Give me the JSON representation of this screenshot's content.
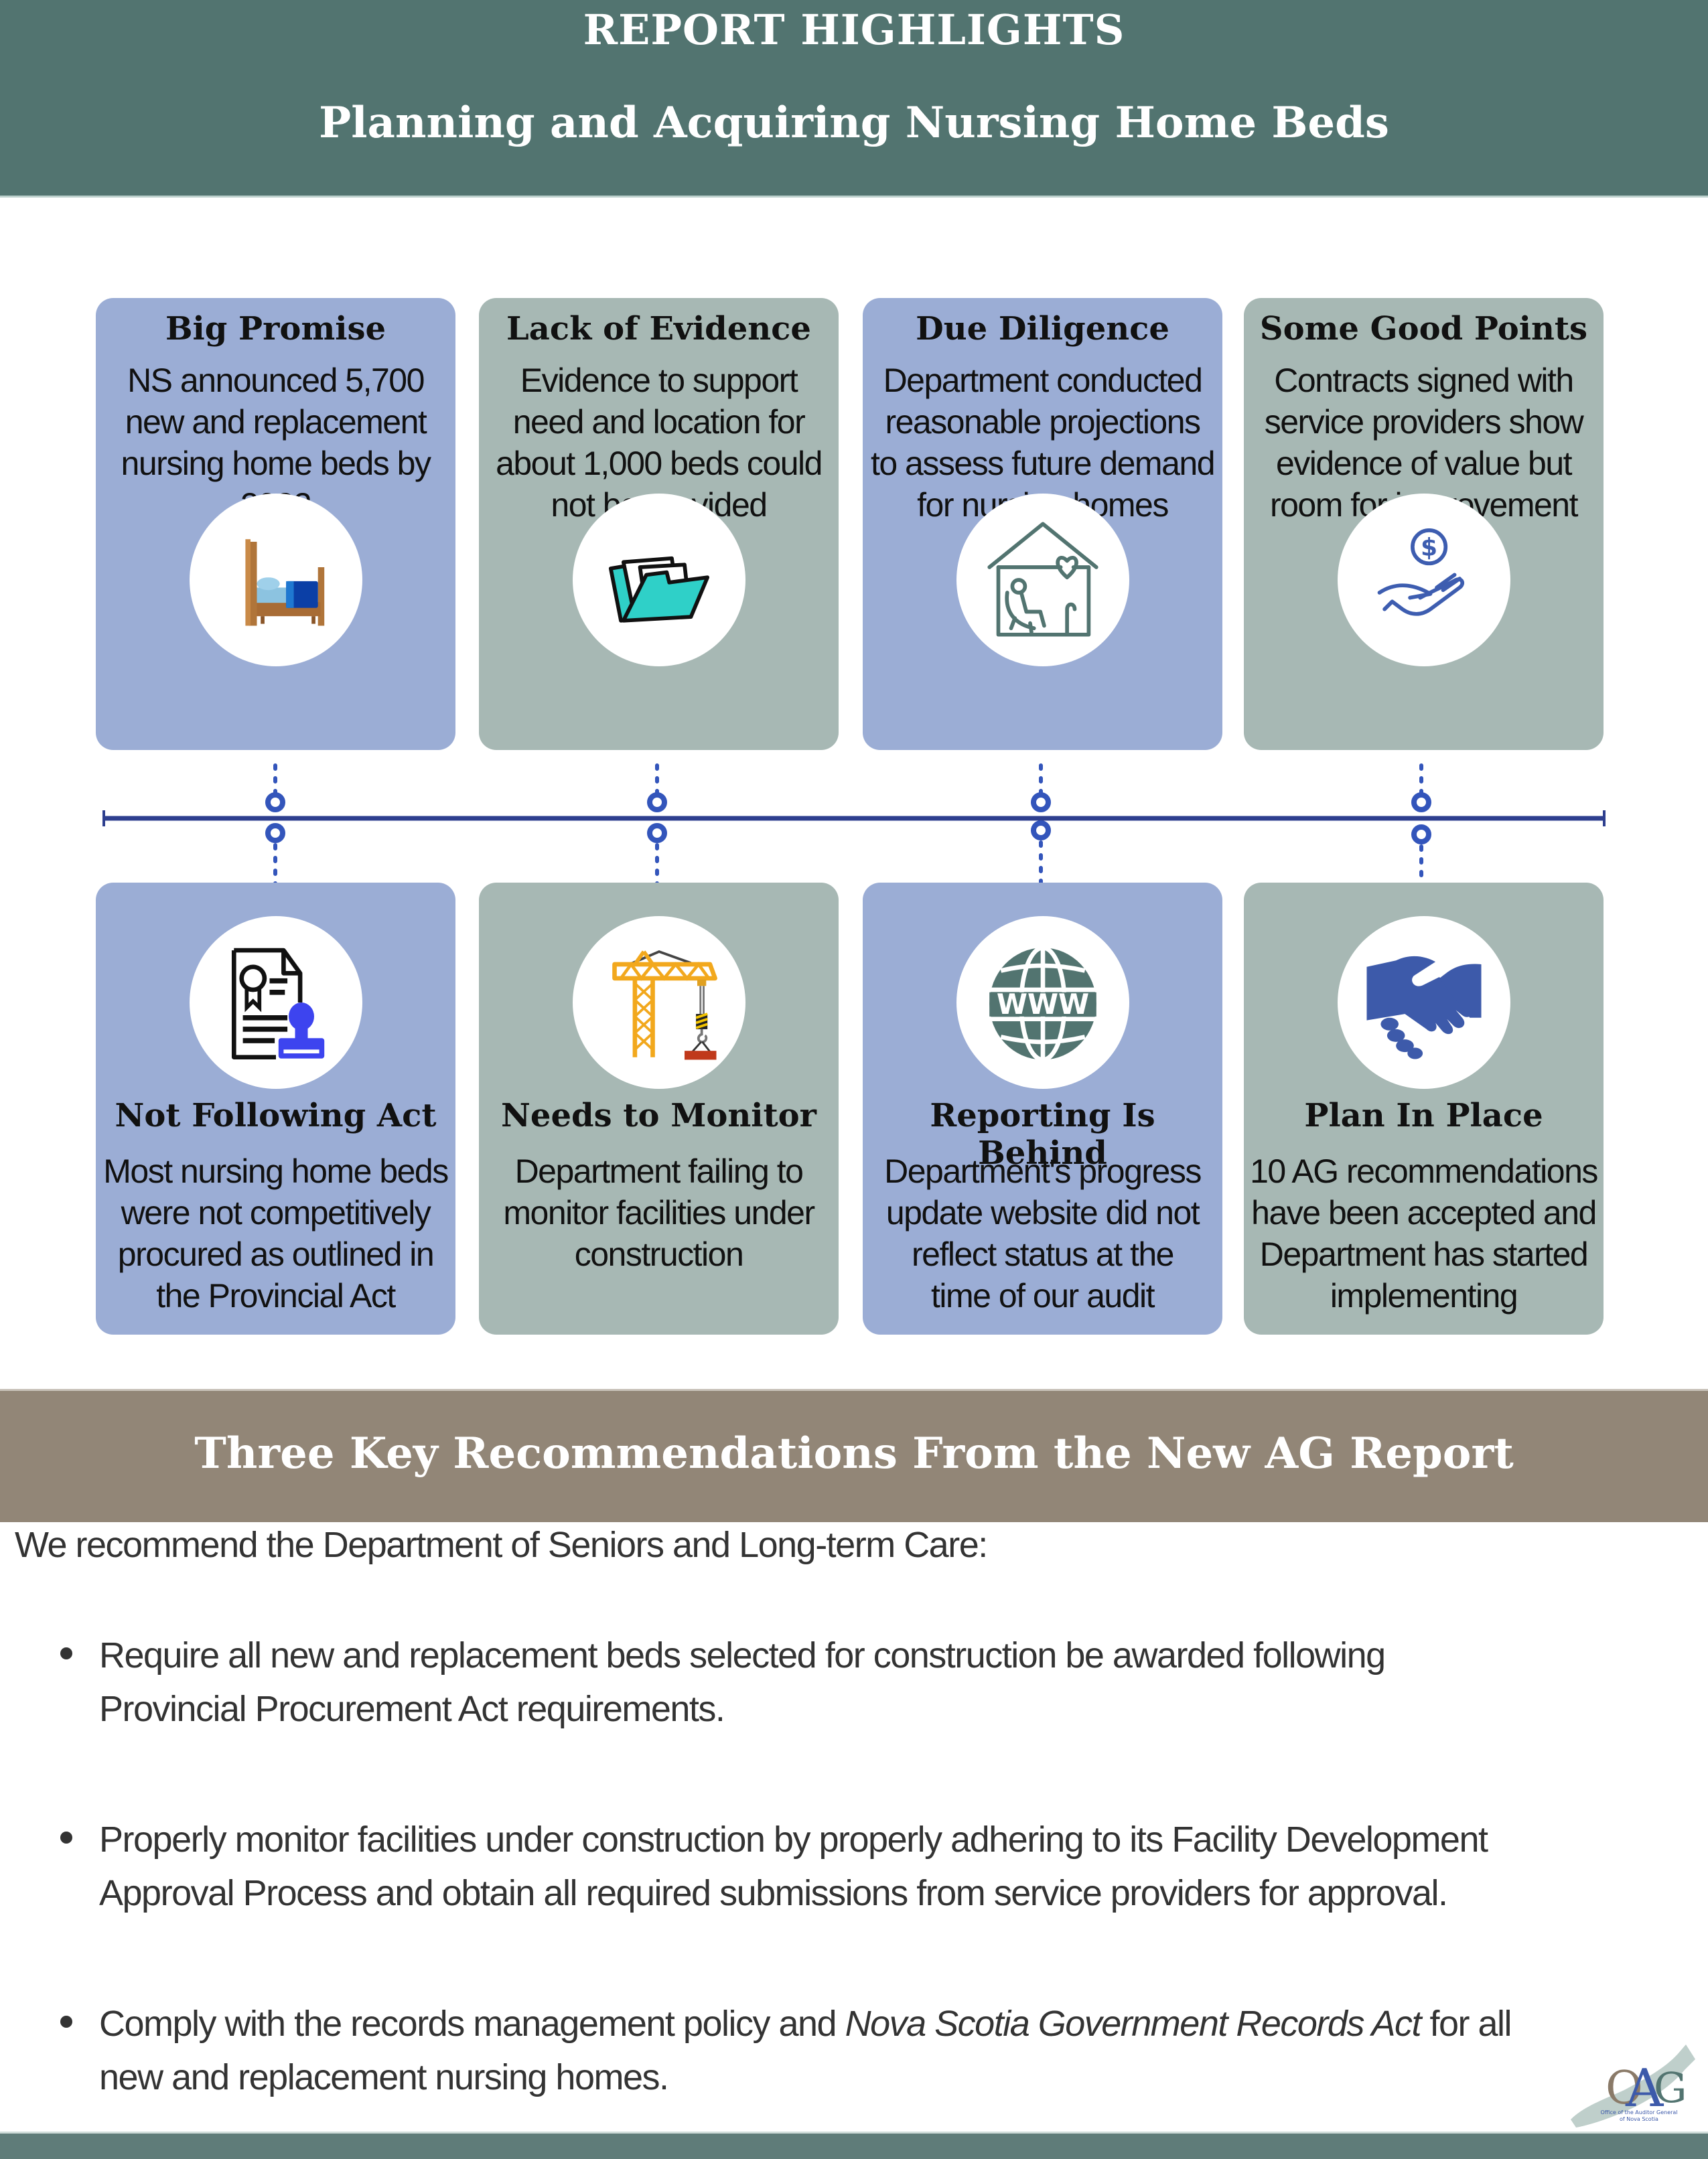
{
  "header": {
    "title": "REPORT HIGHLIGHTS",
    "subtitle": "Planning and Acquiring Nursing Home Beds"
  },
  "colors": {
    "header_bg": "#527470",
    "card_blue": "#9badd5",
    "card_gray": "#a7b8b4",
    "timeline": "#2e3f8f",
    "connector": "#3355bb",
    "band_bg": "#928677",
    "footer_bg": "#5f7c79"
  },
  "top_cards": [
    {
      "title": "Big Promise",
      "icon": "bed-icon",
      "lines": [
        "NS announced 5,700",
        "new and replacement",
        "nursing home beds by",
        "2032"
      ]
    },
    {
      "title": "Lack of Evidence",
      "icon": "open-folder-icon",
      "lines": [
        "Evidence to support",
        "need and location for",
        "about 1,000 beds could",
        "not be provided"
      ]
    },
    {
      "title": "Due Diligence",
      "icon": "nursing-home-icon",
      "lines": [
        "Department conducted",
        "reasonable projections",
        "to assess future demand",
        "for nursing homes"
      ]
    },
    {
      "title": "Some Good Points",
      "icon": "hand-dollar-icon",
      "lines": [
        "Contracts signed with",
        "service providers show",
        "evidence of value but",
        "room for improvement"
      ]
    }
  ],
  "bottom_cards": [
    {
      "title": "Not Following Act",
      "icon": "certificate-stamp-icon",
      "lines": [
        "Most nursing home beds",
        "were not competitively",
        "procured as outlined in",
        "the Provincial Act"
      ]
    },
    {
      "title": "Needs to Monitor",
      "icon": "construction-crane-icon",
      "lines": [
        "Department failing to",
        "monitor facilities under",
        "construction"
      ]
    },
    {
      "title": "Reporting Is Behind",
      "icon": "www-globe-icon",
      "lines": [
        "Department's progress",
        "update website did not",
        "reflect status at the",
        "time of our audit"
      ]
    },
    {
      "title": "Plan In Place",
      "icon": "handshake-icon",
      "lines": [
        "10 AG recommendations",
        "have been accepted and",
        "Department has started",
        "implementing"
      ]
    }
  ],
  "globe_label": "WWW",
  "recommendations": {
    "heading": "Three Key Recommendations From the New AG Report",
    "intro": "We recommend the Department of Seniors and Long-term Care:",
    "items": [
      {
        "lines": [
          "Require all new and replacement beds selected for construction be awarded following",
          "Provincial Procurement Act requirements."
        ]
      },
      {
        "lines": [
          "Properly monitor facilities under construction by properly adhering to its Facility Development",
          "Approval Process and obtain all required submissions from service providers for approval."
        ]
      },
      {
        "pre": "Comply with the records management policy and ",
        "italic": "Nova Scotia Government Records Act",
        "post": " for all",
        "line2": "new and replacement nursing homes."
      }
    ]
  },
  "logo": {
    "letters": [
      "O",
      "A",
      "G"
    ],
    "caption_1": "Office of the Auditor General",
    "caption_2": "of Nova Scotia"
  }
}
